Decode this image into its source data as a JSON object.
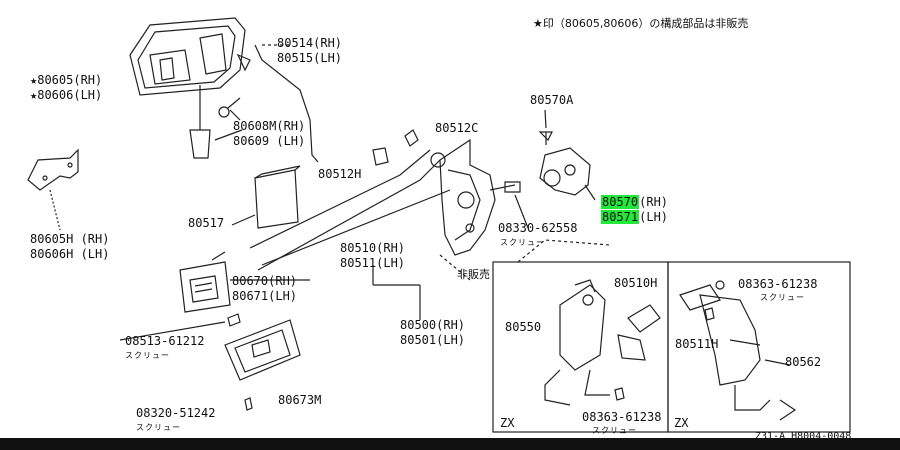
{
  "note": "★印（80605,80606）の構成部品は非販売",
  "diagram_code": "Z31-A H8004-0048",
  "labels": {
    "p80605rh": "★80605(RH)",
    "p80606lh": "★80606(LH)",
    "p80514rh": "80514(RH)",
    "p80515lh": "80515(LH)",
    "p80608m": "80608M(RH)",
    "p80609": "80609 (LH)",
    "p80512c": "80512C",
    "p80570a": "80570A",
    "p80512h": "80512H",
    "p80570_code": "80570",
    "p80570_side": "(RH)",
    "p80571_code": "80571",
    "p80571_side": "(LH)",
    "p80517": "80517",
    "p08330": "08330-62558",
    "screw": "スクリュー",
    "p80605h": "80605H (RH)",
    "p80606h": "80606H (LH)",
    "p80510rh": "80510(RH)",
    "p80511lh": "80511(LH)",
    "not_sold": "非販売",
    "p80670rh": "80670(RH)",
    "p80671lh": "80671(LH)",
    "p80510h": "80510H",
    "p08363": "08363-61238",
    "p80550": "80550",
    "p80500rh": "80500(RH)",
    "p80501lh": "80501(LH)",
    "p08513": "08513-61212",
    "p80511h": "80511H",
    "p80562": "80562",
    "p80673m": "80673M",
    "p08320": "08320-51242",
    "zx": "ZX"
  },
  "colors": {
    "highlight": "#22e83a",
    "ink": "#222222",
    "footer": "#111111"
  }
}
